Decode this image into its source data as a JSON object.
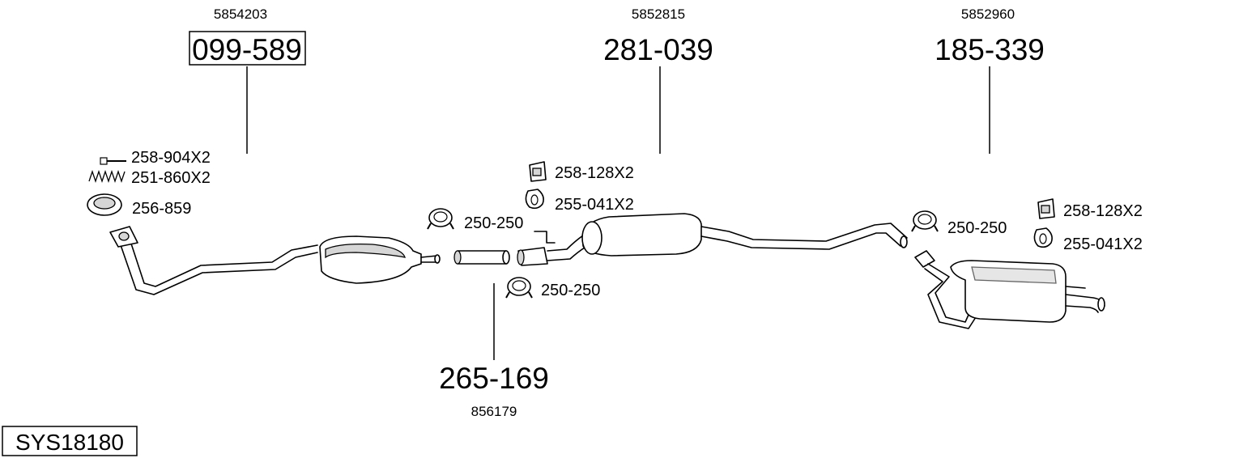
{
  "system_code": "SYS18180",
  "parts": [
    {
      "oe_number": "5854203",
      "part_number": "099-589"
    },
    {
      "oe_number": "5852815",
      "part_number": "281-039"
    },
    {
      "oe_number": "5852960",
      "part_number": "185-339"
    },
    {
      "oe_number": "856179",
      "part_number": "265-169"
    }
  ],
  "fittings": {
    "front": [
      "258-904X2",
      "251-860X2",
      "256-859"
    ],
    "clamp_front_mid": "250-250",
    "clamp_lower": "250-250",
    "mid_bracket": "258-128X2",
    "mid_hanger": "255-041X2",
    "clamp_rear": "250-250",
    "rear_bracket": "258-128X2",
    "rear_hanger": "255-041X2"
  }
}
